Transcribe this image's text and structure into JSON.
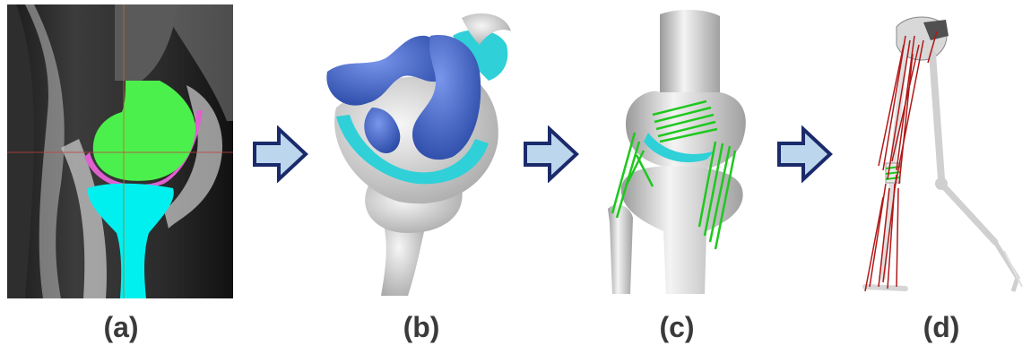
{
  "panels": [
    {
      "label": "(a)"
    },
    {
      "label": "(b)"
    },
    {
      "label": "(c)"
    },
    {
      "label": "(d)"
    }
  ],
  "colors": {
    "femur_segmentation": "#4cf04c",
    "tibia_segmentation": "#00f0f0",
    "cartilage_segmentation": "#e060d0",
    "arrow_fill": "#bcd6ee",
    "arrow_stroke": "#1a2a6a",
    "ligament_green": "#1ec81e",
    "muscle_red": "#b01818",
    "bone_gray": "#dcdcdc",
    "cartilage_blue": "#4a6fd8",
    "cartilage_cyan": "#30d0d8"
  }
}
